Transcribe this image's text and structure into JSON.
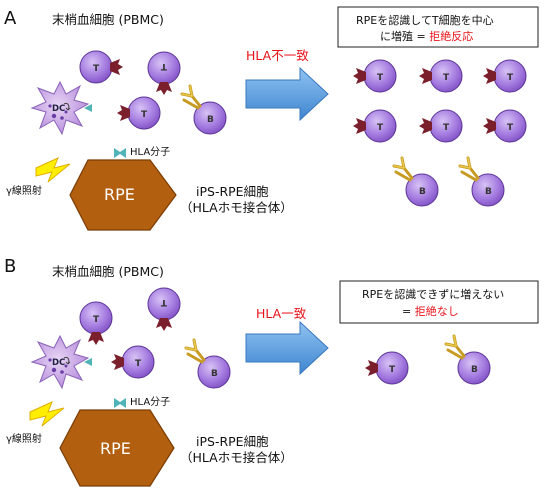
{
  "panels": [
    {
      "letter": "A",
      "pbmc_label": "末梢血細胞 (PBMC)",
      "arrow_label": "HLA不一致",
      "hla_molecule_label": "HLA分子",
      "irradiation_label": "γ線照射",
      "rpe_label": "RPE",
      "ips_label_line1": "iPS-RPE細胞",
      "ips_label_line2": "（HLAホモ接合体）",
      "result_line1": "RPEを認識してT細胞を中心",
      "result_line2_prefix": "に増殖 = ",
      "result_line2_emph": "拒絶反応"
    },
    {
      "letter": "B",
      "pbmc_label": "末梢血細胞 (PBMC)",
      "arrow_label": "HLA一致",
      "hla_molecule_label": "HLA分子",
      "irradiation_label": "γ線照射",
      "rpe_label": "RPE",
      "ips_label_line1": "iPS-RPE細胞",
      "ips_label_line2": "（HLAホモ接合体）",
      "result_line1": "RPEを認識できずに増えない",
      "result_line2_prefix": "= ",
      "result_line2_emph": "拒絶なし"
    }
  ],
  "cell_labels": {
    "t_cell": "T",
    "b_cell": "B",
    "dendritic_cell": "DC"
  },
  "colors": {
    "emphasis_red": "#e8141b",
    "t_cell_fill": "#9b6fd6",
    "t_receptor": "#7a1f2b",
    "b_receptor": "#d9b43a",
    "dendritic_cell": "#c9a6e6",
    "rpe_fill": "#b35f10",
    "hla_molecule": "#4fb3b8",
    "arrow": "#5fa3e0",
    "lightning": "#ffee00"
  }
}
